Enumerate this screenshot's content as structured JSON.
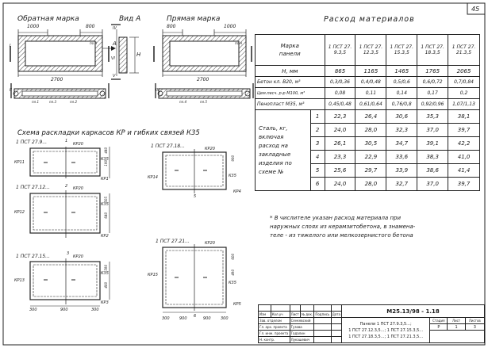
{
  "sheet_number": "45",
  "drawing_code": "М25.13/98 - 1.18",
  "left_views": {
    "reverse_label": "Обратная марка",
    "view_label": "Вид А",
    "direct_label": "Прямая марка",
    "dim_1000a": "1000",
    "dim_800a": "800",
    "dim_800b": "800",
    "dim_1000b": "1000",
    "dim_2700a": "2700",
    "dim_2700b": "2700",
    "mark_A": "А",
    "mark_H": "Н",
    "mark_IV": "IV",
    "mark_V": "V",
    "mark_VI": "VI",
    "mark_I": "I",
    "mark_II": "II",
    "mark_III": "III",
    "mark_pa4": "по А",
    "mark_pa5": "по А",
    "pl1": "пл.1",
    "pl2": "пл.2",
    "pl3": "пл.3",
    "pl4": "пл.4",
    "pl5": "пл.5"
  },
  "scheme": {
    "title": "Схема раскладки каркасов КР и гибких связей К35",
    "p1": {
      "label": "1 ПСТ 27.9...",
      "kr": "КР11",
      "krc": "КР20",
      "k": "К35",
      "k1": "КР1",
      "n": "1"
    },
    "p2": {
      "label": "1 ПСТ 27.12...",
      "kr": "КР12",
      "krc": "КР20",
      "k": "К35",
      "k1": "КР2",
      "n": "2"
    },
    "p3": {
      "label": "1 ПСТ 27.15...",
      "kr": "КР13",
      "krc": "КР20",
      "k": "К35",
      "k1": "КР3",
      "n": "3",
      "d1": "300",
      "d2": "900",
      "d3": "300"
    },
    "p4": {
      "label": "1 ПСТ 27.18...",
      "kr": "КР14",
      "krc": "КР20",
      "k": "К35",
      "k1": "КР4",
      "n": "5"
    },
    "p5": {
      "label": "1 ПСТ 27.21...",
      "kr": "КР15",
      "krc": "КР20",
      "k": "К35",
      "k1": "КР5",
      "n": "6",
      "d1": "300",
      "d2": "900",
      "d3": "900",
      "d4": "300"
    },
    "dims_side": [
      "440",
      "190",
      "505",
      "640",
      "590",
      "400",
      "900",
      "600",
      "490"
    ]
  },
  "materials": {
    "title": "Расход материалов",
    "mark_header_1": "Марка",
    "mark_header_2": "панели",
    "panels": [
      "1 ПСТ 27. 9.3,5",
      "1 ПСТ 27. 12.3,5",
      "1 ПСТ 27. 15.3,5",
      "1 ПСТ 27. 18.3,5",
      "1 ПСТ 27. 21.3,5"
    ],
    "h_label": "Н, мм",
    "h_values": [
      "865",
      "1165",
      "1465",
      "1765",
      "2065"
    ],
    "concrete_label": "Бетон кл. В20, м³",
    "concrete_values": [
      [
        "0,3",
        "0,36"
      ],
      [
        "0,4",
        "0,48"
      ],
      [
        "0,5",
        "0,6"
      ],
      [
        "0,6",
        "0,72"
      ],
      [
        "0,7",
        "0,84"
      ]
    ],
    "cement_label": "Цем.песч. р-р М100, м³",
    "cement_values": [
      "0,08",
      "0,11",
      "0,14",
      "0,17",
      "0,2"
    ],
    "foam_label": "Пенопласт М35, м³",
    "foam_values": [
      [
        "0,45",
        "0,48"
      ],
      [
        "0,61",
        "0,64"
      ],
      [
        "0,76",
        "0,8"
      ],
      [
        "0,92",
        "0,96"
      ],
      [
        "1,07",
        "1,13"
      ]
    ],
    "steel_label_1": "Сталь, кг,",
    "steel_label_2": "включая",
    "steel_label_3": "расход на",
    "steel_label_4": "закладные",
    "steel_label_5": "изделия по",
    "steel_label_6": "схеме №",
    "steel_rows": [
      {
        "n": "1",
        "v": [
          "22,3",
          "26,4",
          "30,6",
          "35,3",
          "38,1"
        ]
      },
      {
        "n": "2",
        "v": [
          "24,0",
          "28,0",
          "32,3",
          "37,0",
          "39,7"
        ]
      },
      {
        "n": "3",
        "v": [
          "26,1",
          "30,5",
          "34,7",
          "39,1",
          "42,2"
        ]
      },
      {
        "n": "4",
        "v": [
          "23,3",
          "22,9",
          "33,6",
          "38,3",
          "41,0"
        ]
      },
      {
        "n": "5",
        "v": [
          "25,6",
          "29,7",
          "33,9",
          "38,6",
          "41,4"
        ]
      },
      {
        "n": "6",
        "v": [
          "24,0",
          "28,0",
          "32,7",
          "37,0",
          "39,7"
        ]
      }
    ]
  },
  "note": {
    "line1": "* В числителе указан расход материала при",
    "line2": "наружных слоях из керамзитобетона, в знамена-",
    "line3": "теле - из тяжелого или мелкозернистого бетона"
  },
  "stamp": {
    "h_izm": "Изм",
    "h_kol": "Кол.уч",
    "h_list": "Лист",
    "h_doc": "№ док.",
    "h_podp": "Подпись",
    "h_date": "Дата",
    "r1_role": "Зав. отделом",
    "r1_name": "Сенкевский",
    "r2_role": "Гл. арх. проекта",
    "r2_name": "Гузова",
    "r3_role": "Гл. инж. проекта",
    "r3_name": "Гадалин",
    "r4_role": "Н. контр.",
    "r4_name": "Лукашевич",
    "title_1": "Панели 1 ПСТ 27.9.3,5...;",
    "title_2": "1 ПСТ 27.12.3,5...; 1 ПСТ 27.15.3,5...",
    "title_3": "1 ПСТ 27.18.3,5...; 1 ПСТ 27.21.3,5...",
    "stage_h": "Стадия",
    "sheet_h": "Лист",
    "sheets_h": "Листов",
    "stage_v": "Р",
    "sheet_v": "1",
    "sheets_v": "3"
  }
}
